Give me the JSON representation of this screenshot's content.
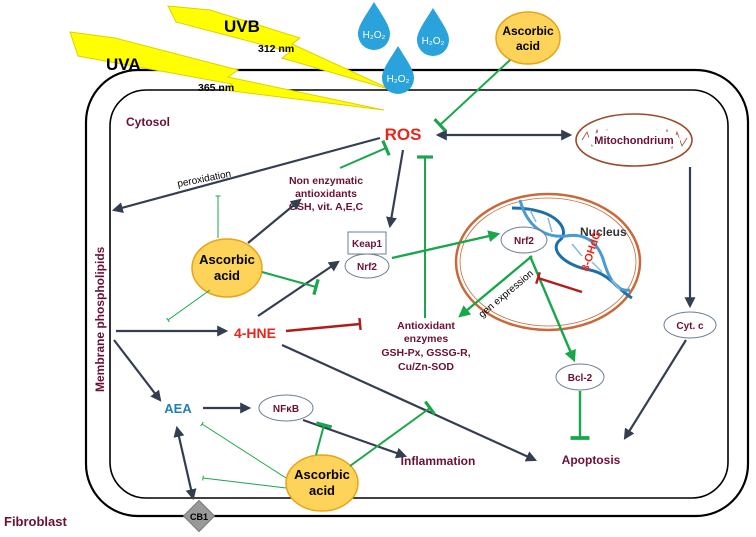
{
  "labels": {
    "uvb": "UVB",
    "uvb_nm": "312 nm",
    "uva": "UVA",
    "uva_nm": "365 nm",
    "h2o2": "H₂O₂",
    "ascorbic_line1": "Ascorbic",
    "ascorbic_line2": "acid",
    "cytosol": "Cytosol",
    "ros": "ROS",
    "mitochondrion": "Mitochondrium",
    "peroxidation": "peroxidation",
    "non_enzymatic_1": "Non enzymatic",
    "non_enzymatic_2": "antioxidants",
    "non_enzymatic_3": "GSH, vit. A,E,C",
    "keap1": "Keap1",
    "nrf2": "Nrf2",
    "nucleus": "Nucleus",
    "ohdg": "8-OHdG",
    "gen_expression": "gen expression",
    "membrane": "Membrane phospholipids",
    "hne": "4-HNE",
    "antiox_1": "Antioxidant",
    "antiox_2": "enzymes",
    "antiox_3": "GSH-Px, GSSG-R,",
    "antiox_4": "Cu/Zn-SOD",
    "cytc": "Cyt. c",
    "bcl2": "Bcl-2",
    "aea": "AEA",
    "nfkb": "NFκB",
    "inflammation": "Inflammation",
    "apoptosis": "Apoptosis",
    "cb1": "CB1",
    "fibroblast": "Fibroblast"
  },
  "colors": {
    "dark_arrow": "#333f50",
    "green": "#1aa64a",
    "red_inhibit": "#b01c1c",
    "ros_red": "#e8261c",
    "maroon_text": "#6b1035",
    "yellow_bolt": "#ffff00",
    "drop_blue": "#2aa3dc",
    "ascorbic_fill": "#fdd35a",
    "ascorbic_stroke": "#e8a317",
    "mito_brown": "#9b4a2a",
    "aea_blue": "#1f7fc0"
  }
}
